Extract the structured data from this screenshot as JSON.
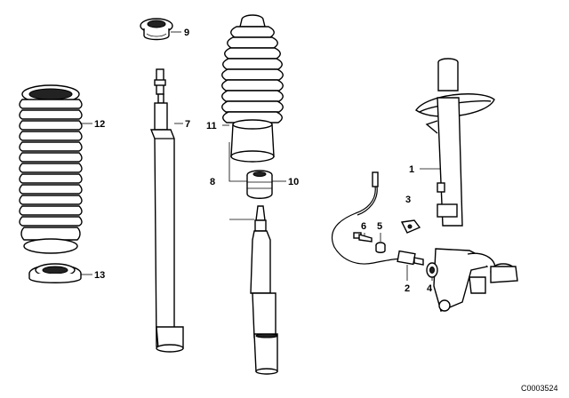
{
  "labels": {
    "p1": "1",
    "p2": "2",
    "p3": "3",
    "p4": "4",
    "p5": "5",
    "p6": "6",
    "p7": "7",
    "p8": "8",
    "p9": "9",
    "p10": "10",
    "p11": "11",
    "p12": "12",
    "p13": "13"
  },
  "diagram_code": "C0003524"
}
